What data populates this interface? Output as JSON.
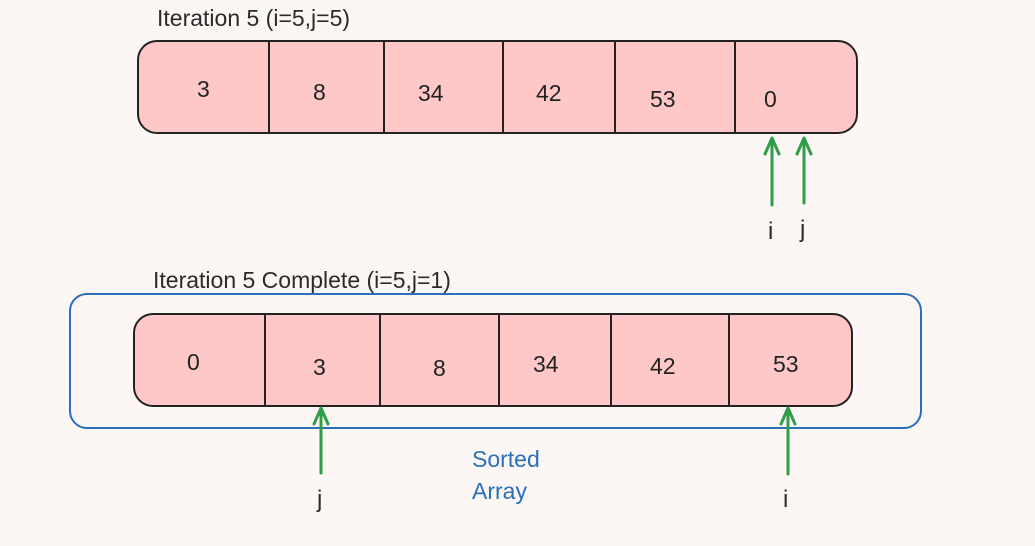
{
  "top": {
    "title": "Iteration 5 (i=5,j=5)",
    "cells": [
      "3",
      "8",
      "34",
      "42",
      "53",
      "0"
    ],
    "pointer_i": "i",
    "pointer_j": "j"
  },
  "bottom": {
    "title": "Iteration 5 Complete (i=5,j=1)",
    "cells": [
      "0",
      "3",
      "8",
      "34",
      "42",
      "53"
    ],
    "pointer_i": "i",
    "pointer_j": "j",
    "sorted_label_line1": "Sorted",
    "sorted_label_line2": "Array"
  },
  "colors": {
    "cell_fill": "#ffc8c8",
    "arrow": "#2e9e48",
    "sorted_box": "#2a70b8"
  }
}
